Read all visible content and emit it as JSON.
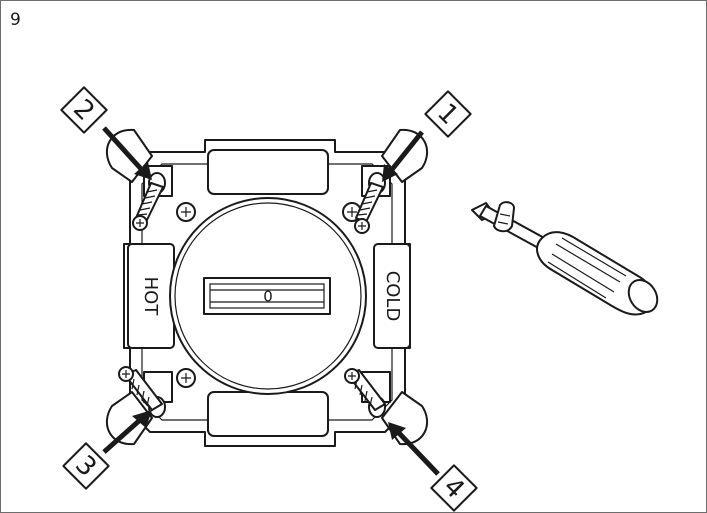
{
  "step_number": "9",
  "valve": {
    "hot_label": "HOT",
    "cold_label": "COLD",
    "center_mark": "0"
  },
  "screws": [
    {
      "id": "1",
      "position": "top-right"
    },
    {
      "id": "2",
      "position": "top-left"
    },
    {
      "id": "3",
      "position": "bottom-left"
    },
    {
      "id": "4",
      "position": "bottom-right"
    }
  ],
  "tool": {
    "icon": "screwdriver-icon"
  },
  "colors": {
    "ink": "#1a1a1a",
    "background": "#ffffff",
    "frame": "#6d6d6d"
  }
}
